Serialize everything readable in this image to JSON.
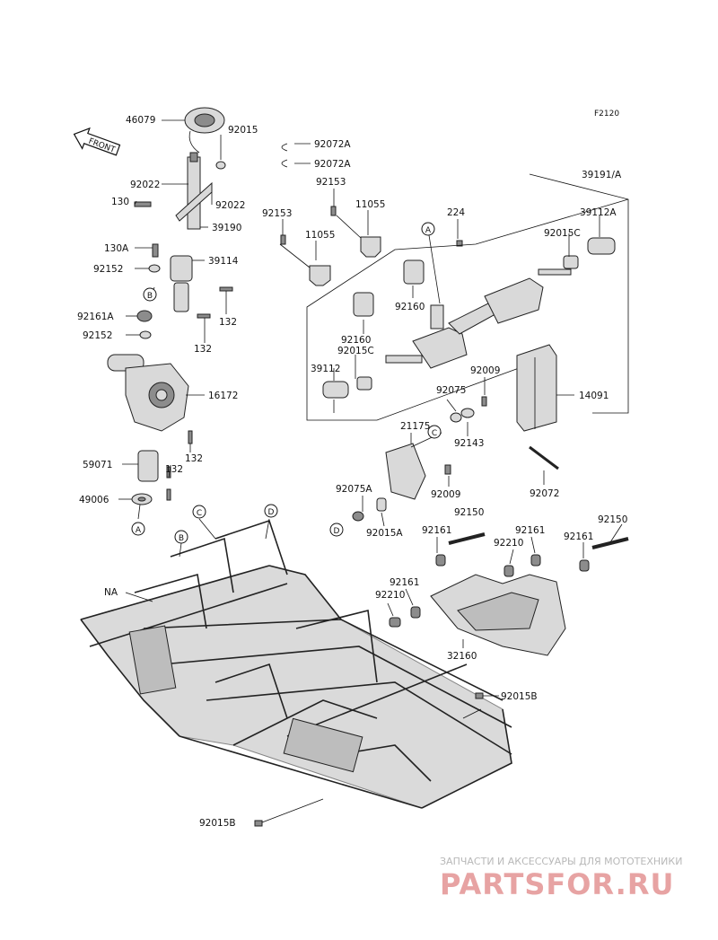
{
  "diagram_code": "F2120",
  "front_label": "FRONT",
  "watermark": {
    "line1": "ЗАПЧАСТИ И АКСЕССУАРЫ ДЛЯ МОТОТЕХНИКИ",
    "line2": "PARTSFOR.RU"
  },
  "labels": {
    "p46079": "46079",
    "p92015": "92015",
    "p92022a": "92022",
    "p92022b": "92022",
    "p130": "130",
    "p39190": "39190",
    "p130A": "130A",
    "p39114": "39114",
    "p92152a": "92152",
    "p132a": "132",
    "p92161A": "92161A",
    "p92152b": "92152",
    "p132b": "132",
    "p16172": "16172",
    "p132c": "132",
    "p59071": "59071",
    "p132d": "132",
    "p49006": "49006",
    "p92072Aa": "92072A",
    "p92072Ab": "92072A",
    "p92153a": "92153",
    "p11055a": "11055",
    "p92153b": "92153",
    "p11055b": "11055",
    "p224": "224",
    "p39191A": "39191/A",
    "p39112A": "39112A",
    "p92015C_a": "92015C",
    "p92160a": "92160",
    "p92160b": "92160",
    "p92015C_b": "92015C",
    "p39112": "39112",
    "p92009a": "92009",
    "p92075": "92075",
    "p14091": "14091",
    "p21175": "21175",
    "p92143": "92143",
    "p92075A": "92075A",
    "p92009b": "92009",
    "p92072": "92072",
    "p92015A": "92015A",
    "p92150a": "92150",
    "p92161a": "92161",
    "p92161b": "92161",
    "p92210a": "92210",
    "p92150b": "92150",
    "p92161c": "92161",
    "p92161d": "92161",
    "p92210b": "92210",
    "p32160": "32160",
    "pNA": "NA",
    "p92015B_a": "92015B",
    "p92015B_b": "92015B"
  },
  "refs": {
    "A1": "A",
    "A2": "A",
    "B1": "B",
    "B2": "B",
    "C1": "C",
    "C2": "C",
    "D1": "D",
    "D2": "D"
  }
}
